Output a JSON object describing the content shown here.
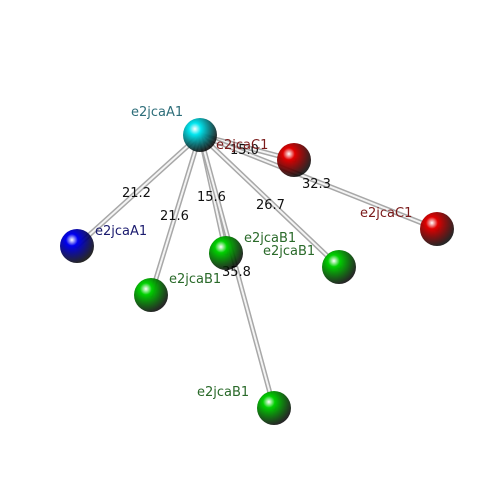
{
  "colors": {
    "background": "#ffffff",
    "cyan": "#00e5ee",
    "red": "#e00000",
    "blue": "#0000f0",
    "green": "#00d000",
    "label_cyan": "#2e6e7a",
    "label_red": "#7a1a1a",
    "label_blue": "#1a1a6e",
    "label_green": "#2a6a2a"
  },
  "nodes": [
    {
      "id": "n0",
      "label": "e2jcaA1",
      "color": "cyan"
    },
    {
      "id": "n1",
      "label": "e2jcaC1",
      "color": "red"
    },
    {
      "id": "n2",
      "label": "e2jcaC1",
      "color": "red"
    },
    {
      "id": "n3",
      "label": "e2jcaA1",
      "color": "blue"
    },
    {
      "id": "n4",
      "label": "e2jcaB1",
      "color": "green"
    },
    {
      "id": "n5",
      "label": "e2jcaB1",
      "color": "green"
    },
    {
      "id": "n6",
      "label": "e2jcaB1",
      "color": "green"
    },
    {
      "id": "n7",
      "label": "e2jcaB1",
      "color": "green"
    }
  ],
  "edges": [
    {
      "from": "n0",
      "to": "n1",
      "label": "15.0"
    },
    {
      "from": "n0",
      "to": "n2",
      "label": "32.3"
    },
    {
      "from": "n0",
      "to": "n3",
      "label": "21.2"
    },
    {
      "from": "n0",
      "to": "n4",
      "label": "21.6"
    },
    {
      "from": "n0",
      "to": "n5",
      "label": "15.6"
    },
    {
      "from": "n0",
      "to": "n6",
      "label": "26.7"
    },
    {
      "from": "n0",
      "to": "n7",
      "label": "35.8"
    }
  ]
}
